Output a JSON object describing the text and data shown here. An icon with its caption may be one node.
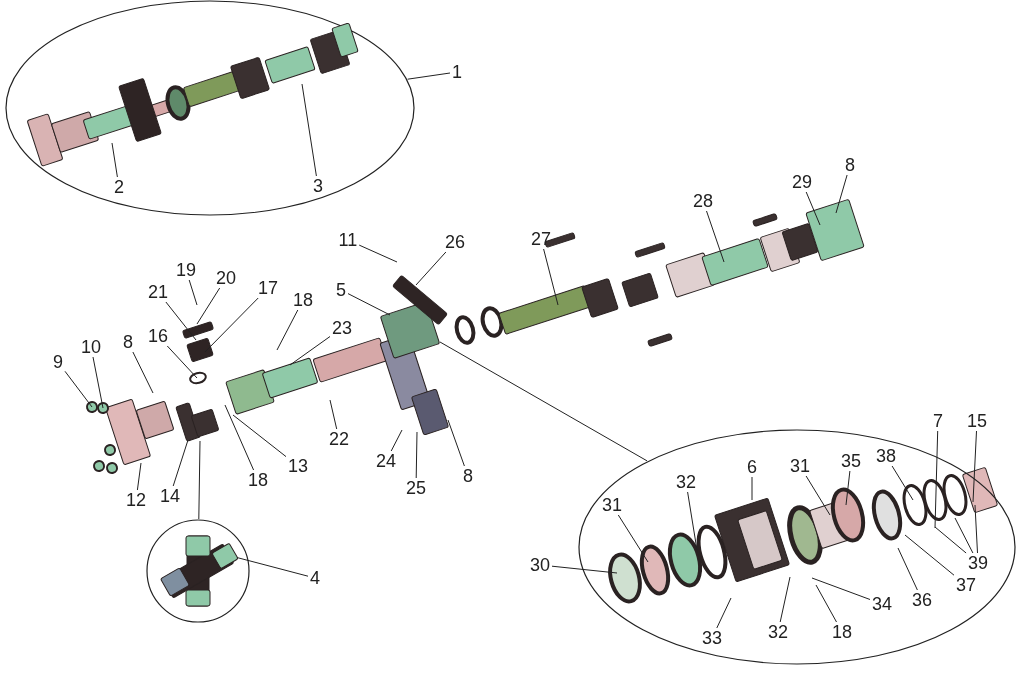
{
  "diagram": {
    "nodes": [
      {
        "text": [],
        "shape": "ellipse"
      },
      {
        "text": [
          "1"
        ]
      },
      {
        "text": [
          "2"
        ],
        "in": 0
      },
      {
        "text": [
          "3"
        ],
        "in": 0
      },
      {
        "text": [
          "11"
        ]
      },
      {
        "text": [
          "26"
        ]
      },
      {
        "text": [
          "27"
        ]
      },
      {
        "text": [
          "28"
        ]
      },
      {
        "text": [
          "29"
        ]
      },
      {
        "text": [
          "8"
        ]
      },
      {
        "text": [
          "19"
        ]
      },
      {
        "text": [
          "20"
        ]
      },
      {
        "text": [
          "17"
        ]
      },
      {
        "text": [
          "18"
        ]
      },
      {
        "text": [
          "5"
        ]
      },
      {
        "text": [
          "21"
        ]
      },
      {
        "text": [
          "23"
        ]
      },
      {
        "text": [
          "16"
        ]
      },
      {
        "text": [
          "10"
        ]
      },
      {
        "text": [
          "8"
        ]
      },
      {
        "text": [
          "9"
        ]
      },
      {
        "text": [
          "22"
        ]
      },
      {
        "text": [
          "13"
        ]
      },
      {
        "text": [
          "24"
        ]
      },
      {
        "text": [
          "25"
        ]
      },
      {
        "text": [
          "8"
        ]
      },
      {
        "text": [
          "12"
        ]
      },
      {
        "text": [
          "14"
        ]
      },
      {
        "text": [
          "18"
        ]
      },
      {
        "text": [],
        "shape": "circle"
      },
      {
        "text": [
          "4"
        ]
      },
      {
        "text": [],
        "shape": "ellipse"
      },
      {
        "text": [
          "7"
        ]
      },
      {
        "text": [
          "15"
        ]
      },
      {
        "text": [
          "38"
        ],
        "in": 31
      },
      {
        "text": [
          "35"
        ],
        "in": 31
      },
      {
        "text": [
          "31"
        ],
        "in": 31
      },
      {
        "text": [
          "6"
        ],
        "in": 31
      },
      {
        "text": [
          "32"
        ],
        "in": 31
      },
      {
        "text": [
          "31"
        ],
        "in": 31
      },
      {
        "text": [
          "39"
        ],
        "in": 31
      },
      {
        "text": [
          "30"
        ]
      },
      {
        "text": [
          "37"
        ],
        "in": 31
      },
      {
        "text": [
          "36"
        ],
        "in": 31
      },
      {
        "text": [
          "34"
        ],
        "in": 31
      },
      {
        "text": [
          "32"
        ],
        "in": 31
      },
      {
        "text": [
          "18"
        ],
        "in": 31
      },
      {
        "text": [
          "33"
        ],
        "in": 31
      },
      {
        "text": [],
        "shape": "picture",
        "in": 0
      },
      {
        "text": [],
        "shape": "picture",
        "in": 29
      }
    ],
    "edges": [
      {
        "from": 1,
        "to": 0,
        "arrow": "none"
      },
      {
        "from": 2,
        "to": 48,
        "arrow": "none"
      },
      {
        "from": 3,
        "to": 48,
        "arrow": "none"
      },
      {
        "from": 4,
        "to": null,
        "arrow": "none"
      },
      {
        "from": 5,
        "to": null,
        "arrow": "none"
      },
      {
        "from": 6,
        "to": null,
        "arrow": "none"
      },
      {
        "from": 7,
        "to": null,
        "arrow": "none"
      },
      {
        "from": 8,
        "to": null,
        "arrow": "none"
      },
      {
        "from": 9,
        "to": null,
        "arrow": "none"
      },
      {
        "from": 10,
        "to": null,
        "arrow": "none"
      },
      {
        "from": 11,
        "to": null,
        "arrow": "none"
      },
      {
        "from": 12,
        "to": null,
        "arrow": "none"
      },
      {
        "from": 13,
        "to": null,
        "arrow": "none"
      },
      {
        "from": 14,
        "to": null,
        "arrow": "none"
      },
      {
        "from": 15,
        "to": null,
        "arrow": "none"
      },
      {
        "from": 16,
        "to": null,
        "arrow": "none"
      },
      {
        "from": 17,
        "to": null,
        "arrow": "none"
      },
      {
        "from": 18,
        "to": null,
        "arrow": "none"
      },
      {
        "from": 19,
        "to": null,
        "arrow": "none"
      },
      {
        "from": 20,
        "to": null,
        "arrow": "none"
      },
      {
        "from": 21,
        "to": null,
        "arrow": "none"
      },
      {
        "from": 22,
        "to": null,
        "arrow": "none"
      },
      {
        "from": 23,
        "to": null,
        "arrow": "none"
      },
      {
        "from": 24,
        "to": null,
        "arrow": "none"
      },
      {
        "from": 25,
        "to": null,
        "arrow": "none"
      },
      {
        "from": 26,
        "to": null,
        "arrow": "none"
      },
      {
        "from": 27,
        "to": null,
        "arrow": "none"
      },
      {
        "from": 28,
        "to": null,
        "arrow": "none"
      },
      {
        "from": 29,
        "to": null,
        "arrow": "none"
      },
      {
        "from": 30,
        "to": 49,
        "arrow": "none"
      },
      {
        "from": 31,
        "to": null,
        "arrow": "none"
      },
      {
        "from": 32,
        "to": null,
        "arrow": "none"
      },
      {
        "from": 33,
        "to": null,
        "arrow": "none"
      },
      {
        "from": 34,
        "to": null,
        "arrow": "none"
      },
      {
        "from": 35,
        "to": null,
        "arrow": "none"
      },
      {
        "from": 36,
        "to": null,
        "arrow": "none"
      },
      {
        "from": 37,
        "to": null,
        "arrow": "none"
      },
      {
        "from": 38,
        "to": null,
        "arrow": "none"
      },
      {
        "from": 39,
        "to": null,
        "arrow": "none"
      },
      {
        "from": 40,
        "to": null,
        "arrow": "none"
      },
      {
        "from": 40,
        "to": null,
        "arrow": "none"
      },
      {
        "from": 40,
        "to": null,
        "arrow": "none"
      },
      {
        "from": 41,
        "to": null,
        "arrow": "none"
      },
      {
        "from": 42,
        "to": null,
        "arrow": "none"
      },
      {
        "from": 43,
        "to": null,
        "arrow": "none"
      },
      {
        "from": 44,
        "to": null,
        "arrow": "none"
      },
      {
        "from": 45,
        "to": null,
        "arrow": "none"
      },
      {
        "from": 46,
        "to": null,
        "arrow": "none"
      },
      {
        "from": 47,
        "to": null,
        "arrow": "none"
      }
    ]
  }
}
